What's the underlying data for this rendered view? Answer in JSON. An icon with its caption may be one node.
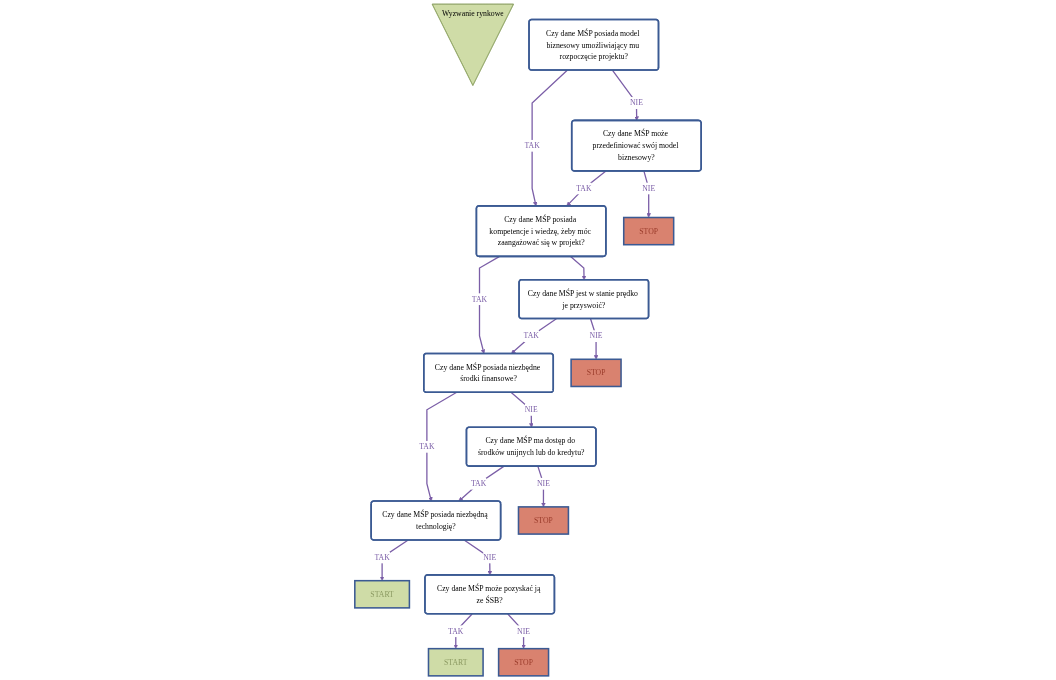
{
  "diagram": {
    "nodes": [
      {
        "text": [
          "Wyzwanie rynkowe"
        ]
      },
      {
        "text": [
          "Czy dane MŚP posiada model biznesowy umożliwiający mu rozpoczęcie projektu?"
        ]
      },
      {
        "text": [
          "Czy dane MŚP posiada kompetencje i wiedzę, żeby móc zaangażować się w projekt?"
        ]
      },
      {
        "text": [
          "Czy dane MŚP może przedefiniować swój model biznesowy?"
        ]
      },
      {
        "text": [
          "STOP"
        ]
      },
      {
        "text": [
          "Czy dane MŚP posiada niezbędne środki finansowe?"
        ]
      },
      {
        "text": [
          "Czy dane MŚP jest w stanie prędko je przyswoić?"
        ]
      },
      {
        "text": [
          "STOP"
        ]
      },
      {
        "text": [
          "Czy dane MŚP posiada niezbędną technologię?"
        ]
      },
      {
        "text": [
          "Czy dane MŚP ma dostęp do środków unijnych lub do kredytu?"
        ]
      },
      {
        "text": [
          "STOP"
        ]
      },
      {
        "text": [
          "START"
        ]
      },
      {
        "text": [
          "Czy dane MŚP może pozyskać ją ze ŚSB?"
        ]
      },
      {
        "text": [
          "START"
        ]
      },
      {
        "text": [
          "STOP"
        ]
      }
    ],
    "edges": [
      {
        "from": 1,
        "to": 2,
        "arrow": "to",
        "label": "TAK"
      },
      {
        "from": 1,
        "to": 3,
        "arrow": "to",
        "label": "NIE"
      },
      {
        "from": 3,
        "to": 2,
        "arrow": "to",
        "label": "TAK"
      },
      {
        "from": 3,
        "to": 4,
        "arrow": "to",
        "label": "NIE"
      },
      {
        "from": 2,
        "to": 5,
        "arrow": "to",
        "label": "TAK"
      },
      {
        "from": 2,
        "to": 6,
        "arrow": "to"
      },
      {
        "from": 6,
        "to": 5,
        "arrow": "to",
        "label": "TAK"
      },
      {
        "from": 6,
        "to": 7,
        "arrow": "to",
        "label": "NIE"
      },
      {
        "from": 5,
        "to": 8,
        "arrow": "to",
        "label": "TAK"
      },
      {
        "from": 5,
        "to": 9,
        "arrow": "to",
        "label": "NIE"
      },
      {
        "from": 9,
        "to": 8,
        "arrow": "to",
        "label": "TAK"
      },
      {
        "from": 9,
        "to": 10,
        "arrow": "to",
        "label": "NIE"
      },
      {
        "from": 8,
        "to": 11,
        "arrow": "to",
        "label": "TAK"
      },
      {
        "from": 8,
        "to": 12,
        "arrow": "to",
        "label": "NIE"
      },
      {
        "from": 12,
        "to": 13,
        "arrow": "to",
        "label": "TAK"
      },
      {
        "from": 12,
        "to": 14,
        "arrow": "to",
        "label": "NIE"
      }
    ]
  }
}
